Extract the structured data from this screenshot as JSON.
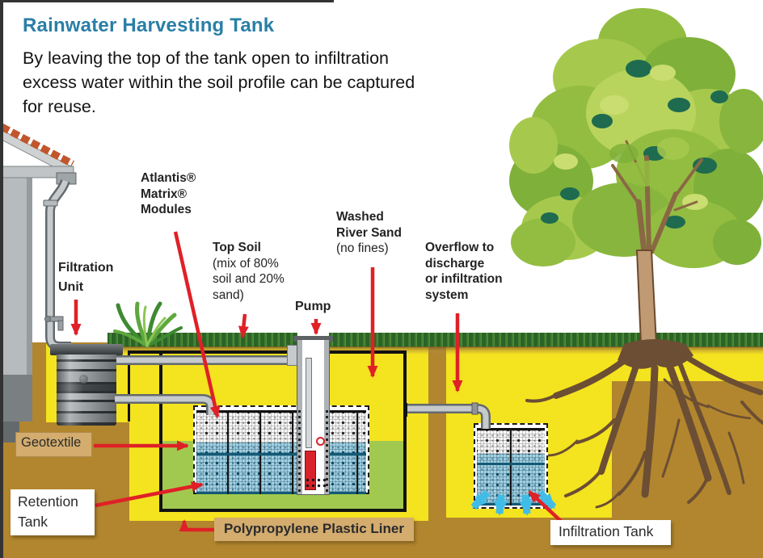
{
  "header": {
    "title": "Rainwater Harvesting Tank",
    "subtitle_lines": [
      "By leaving the top of the tank open to infiltration",
      "excess water within the soil profile can be captured",
      "for reuse."
    ]
  },
  "callouts": {
    "atlantis": {
      "lines": [
        "Atlantis®",
        "Matrix®",
        "Modules"
      ]
    },
    "top_soil": {
      "title": "Top Soil",
      "lines": [
        "(mix of 80%",
        "soil and 20%",
        "sand)"
      ]
    },
    "washed_sand": {
      "bold_lines": [
        "Washed",
        "River Sand"
      ],
      "note": "(no fines)"
    },
    "pump": {
      "label": "Pump"
    },
    "overflow": {
      "lines": [
        "Overflow to",
        "discharge",
        "or infiltration",
        "system"
      ]
    },
    "filtration": {
      "lines": [
        "Filtration",
        "Unit"
      ]
    },
    "geotextile": {
      "label": "Geotextile"
    },
    "retention": {
      "lines": [
        "Retention",
        "Tank"
      ]
    },
    "liner": {
      "label": "Polypropylene Plastic Liner"
    },
    "infiltration": {
      "label": "Infiltration Tank"
    }
  },
  "colors": {
    "title_teal": "#2a7fa6",
    "topsoil_yellow": "#f4e31f",
    "subsoil_brown": "#b2862e",
    "water_green": "#a2c94f",
    "module_blue": "#a5d0e0",
    "module_teal_line": "#135a75",
    "arrow_red": "#df2127",
    "infiltration_arrow_cyan": "#3fbde7",
    "label_box_tan": "#d3ac6e",
    "grass_green": "#2c6326",
    "pipe_gray": "#c6cacc",
    "pump_red": "#d8232a",
    "tree_foliage_green": "#93bd41",
    "root_brown": "#6b4e33"
  }
}
